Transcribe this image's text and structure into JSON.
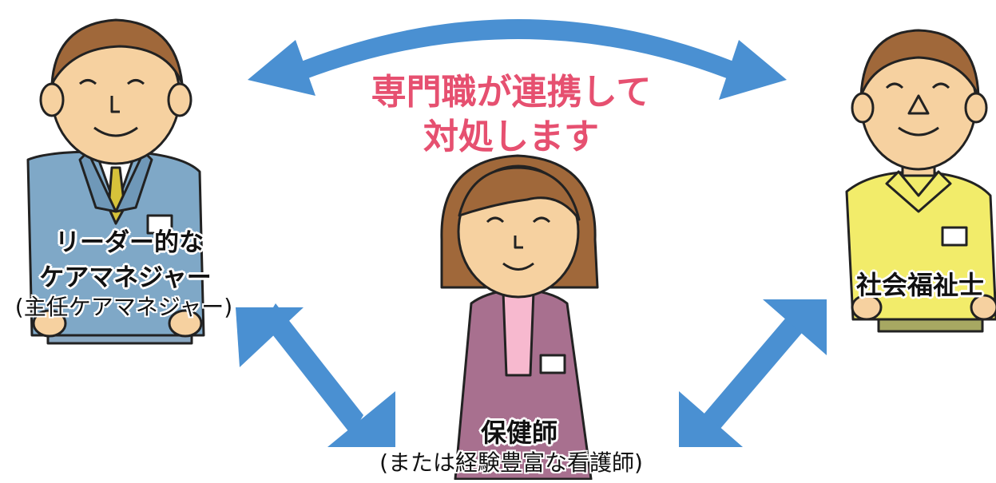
{
  "headline": {
    "line1": "専門職が連携して",
    "line2": "対処します",
    "color": "#e65070"
  },
  "colors": {
    "arrow": "#4a90d2",
    "leader_suit": "#7fa8c7",
    "nurse_cardigan": "#a8708f",
    "worker_shirt": "#f2ec6a",
    "skin": "#f6d1a0",
    "hair": "#a0683a"
  },
  "leader": {
    "title_line1": "リーダー的な",
    "title_line2": "ケアマネジャー",
    "subtitle": "(主任ケアマネジャー)"
  },
  "nurse": {
    "title": "保健師",
    "subtitle": "(または経験豊富な看護師)"
  },
  "social_worker": {
    "title": "社会福祉士"
  }
}
